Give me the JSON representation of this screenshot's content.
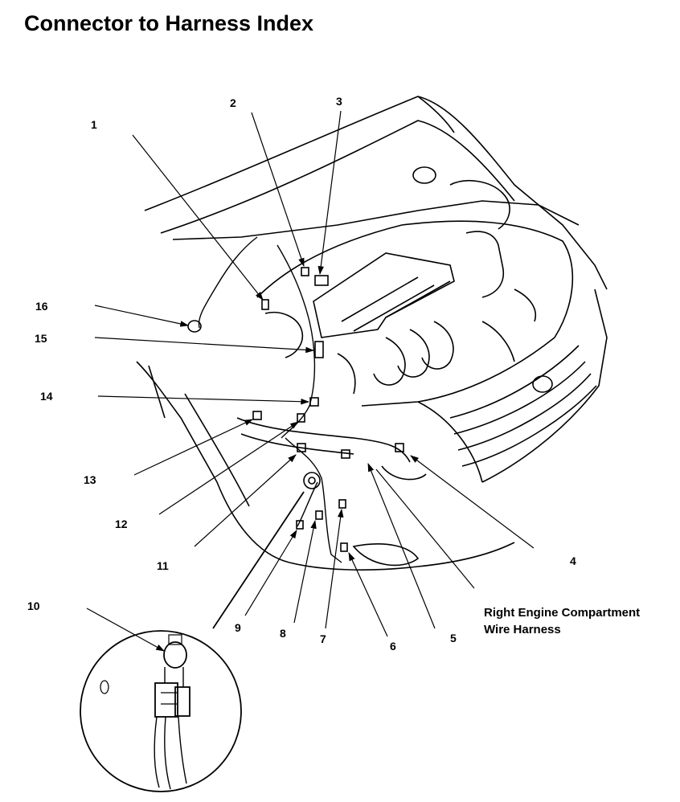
{
  "title": "Connector to Harness Index",
  "harness_label": {
    "line1": "Right Engine Compartment",
    "line2": "Wire Harness"
  },
  "callouts": [
    "1",
    "2",
    "3",
    "4",
    "5",
    "6",
    "7",
    "8",
    "9",
    "10",
    "11",
    "12",
    "13",
    "14",
    "15",
    "16"
  ],
  "colors": {
    "ink": "#000000",
    "background": "#ffffff"
  }
}
